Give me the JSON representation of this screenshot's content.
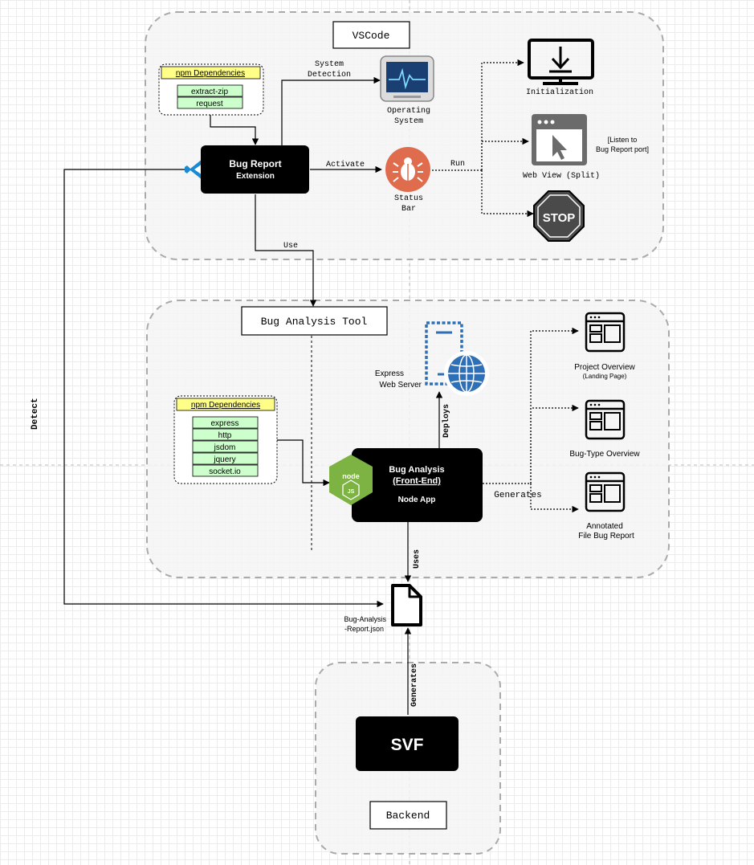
{
  "containers": {
    "vscode": {
      "title": "VSCode"
    },
    "analysis": {
      "title": "Bug Analysis Tool"
    },
    "backend": {
      "title": "Backend"
    }
  },
  "ext_deps": {
    "title": "npm Dependencies",
    "items": [
      "extract-zip",
      "request"
    ]
  },
  "tool_deps": {
    "title": "npm Dependencies",
    "items": [
      "express",
      "http",
      "jsdom",
      "jquery",
      "socket.io"
    ]
  },
  "extension": {
    "title": "Bug Report",
    "subtitle": "Extension"
  },
  "os": {
    "label_line1": "Operating",
    "label_line2": "System"
  },
  "status_bar": {
    "label_line1": "Status",
    "label_line2": "Bar"
  },
  "initialization": {
    "label": "Initialization"
  },
  "webview": {
    "label": "Web View (Split)",
    "note_line1": "[Listen to",
    "note_line2": "Bug Report port]"
  },
  "stop": {
    "label": "STOP"
  },
  "node_app": {
    "title": "Bug Analysis",
    "subtitle": "(Front-End)",
    "footer": "Node App",
    "logo_text": "node",
    "logo_js": "JS"
  },
  "express": {
    "label_line1": "Express",
    "label_line2": "Web Server"
  },
  "outputs": {
    "project": {
      "label": "Project Overview",
      "sublabel": "(Landing Page)"
    },
    "bugtype": {
      "label": "Bug-Type Overview"
    },
    "annotated": {
      "label_line1": "Annotated",
      "label_line2": "File Bug Report"
    }
  },
  "report": {
    "label_line1": "Bug-Analysis",
    "label_line2": "-Report.json"
  },
  "svf": {
    "label": "SVF"
  },
  "edges": {
    "system_detection_line1": "System",
    "system_detection_line2": "Detection",
    "activate": "Activate",
    "run": "Run",
    "use": "Use",
    "deploys": "Deploys",
    "generates_outputs": "Generates",
    "uses": "Uses",
    "generates_report": "Generates",
    "detect": "Detect"
  },
  "colors": {
    "dep_header": "#ffff88",
    "dep_item": "#ccffcc",
    "status_bar": "#e06c4e",
    "vscode_blue": "#1a8ad4",
    "node_green": "#7cb342",
    "express_blue": "#2e6fb5",
    "stop_red": "#d21f26"
  }
}
